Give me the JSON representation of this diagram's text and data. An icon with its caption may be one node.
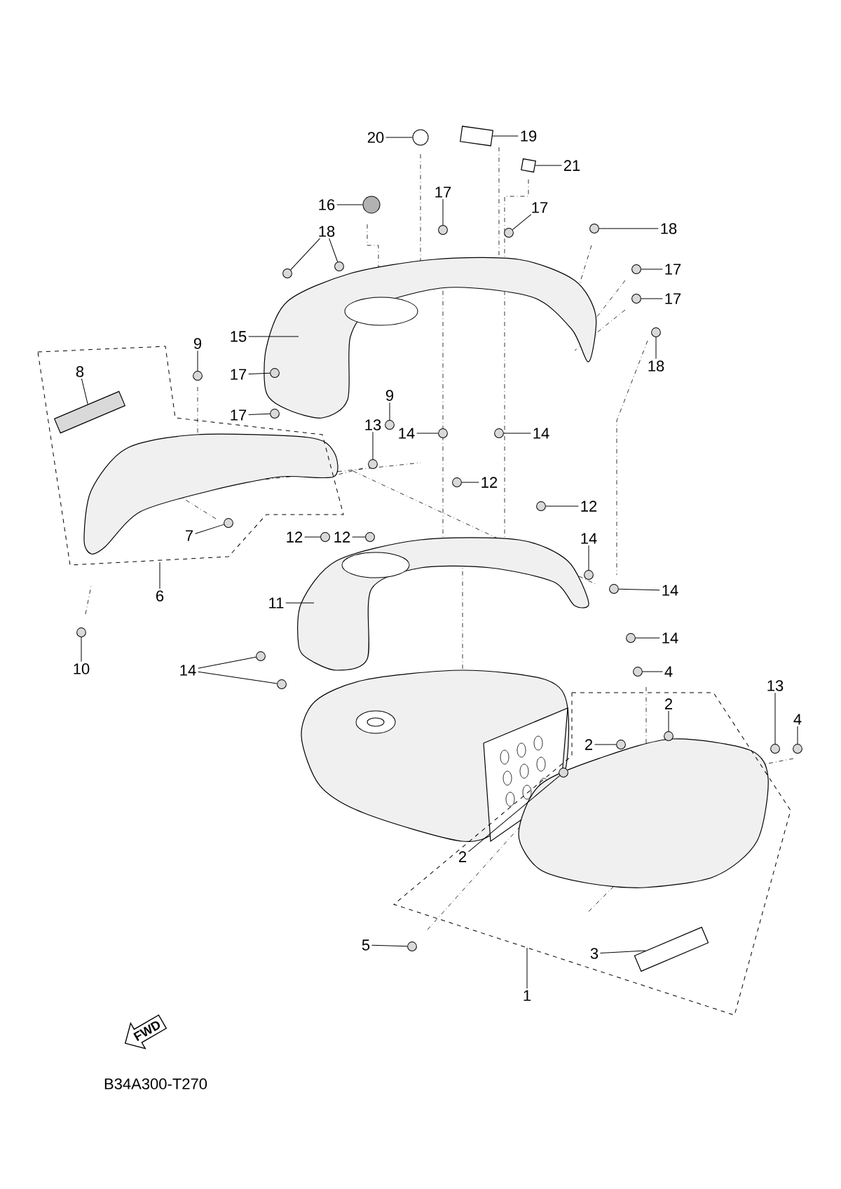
{
  "diagram": {
    "nodes": [
      {
        "text": [
          "20"
        ]
      },
      {
        "text": [],
        "shape": "circle"
      },
      {
        "text": [
          "19"
        ]
      },
      {
        "text": [],
        "shape": "box"
      },
      {
        "text": [
          "21"
        ]
      },
      {
        "text": [],
        "shape": "box"
      },
      {
        "text": [
          "16"
        ]
      },
      {
        "text": [],
        "shape": "circle"
      },
      {
        "text": [
          "17"
        ]
      },
      {
        "text": [],
        "shape": "circle"
      },
      {
        "text": [
          "17"
        ]
      },
      {
        "text": [],
        "shape": "circle"
      },
      {
        "text": [
          "18"
        ]
      },
      {
        "text": [],
        "shape": "circle"
      },
      {
        "text": [],
        "shape": "circle"
      },
      {
        "text": [
          "18"
        ]
      },
      {
        "text": [],
        "shape": "circle"
      },
      {
        "text": [
          "17"
        ]
      },
      {
        "text": [],
        "shape": "circle"
      },
      {
        "text": [
          "17"
        ]
      },
      {
        "text": [],
        "shape": "circle"
      },
      {
        "text": [
          "15"
        ]
      },
      {
        "text": [
          "18"
        ]
      },
      {
        "text": [],
        "shape": "circle"
      },
      {
        "text": [
          "9"
        ]
      },
      {
        "text": [],
        "shape": "circle"
      },
      {
        "text": [],
        "shape": "box"
      },
      {
        "text": [
          "8"
        ],
        "in": 26
      },
      {
        "text": [],
        "shape": "box",
        "in": 26
      },
      {
        "text": [
          "17"
        ]
      },
      {
        "text": [],
        "shape": "circle"
      },
      {
        "text": [
          "17"
        ]
      },
      {
        "text": [],
        "shape": "circle"
      },
      {
        "text": [
          "9"
        ]
      },
      {
        "text": [],
        "shape": "circle"
      },
      {
        "text": [
          "13"
        ]
      },
      {
        "text": [],
        "shape": "circle"
      },
      {
        "text": [
          "14"
        ]
      },
      {
        "text": [],
        "shape": "circle"
      },
      {
        "text": [
          "14"
        ]
      },
      {
        "text": [],
        "shape": "circle"
      },
      {
        "text": [
          "12"
        ]
      },
      {
        "text": [],
        "shape": "circle"
      },
      {
        "text": [
          "12"
        ]
      },
      {
        "text": [],
        "shape": "circle"
      },
      {
        "text": [
          "7"
        ],
        "in": 26
      },
      {
        "text": [],
        "shape": "circle",
        "in": 26
      },
      {
        "text": [
          "12"
        ]
      },
      {
        "text": [],
        "shape": "circle"
      },
      {
        "text": [
          "12"
        ]
      },
      {
        "text": [],
        "shape": "circle"
      },
      {
        "text": [
          "14"
        ]
      },
      {
        "text": [],
        "shape": "circle"
      },
      {
        "text": [
          "6"
        ]
      },
      {
        "text": [
          "11"
        ]
      },
      {
        "text": [
          "14"
        ]
      },
      {
        "text": [],
        "shape": "circle"
      },
      {
        "text": [
          "14"
        ]
      },
      {
        "text": [],
        "shape": "circle"
      },
      {
        "text": [
          "10"
        ]
      },
      {
        "text": [],
        "shape": "circle"
      },
      {
        "text": [
          "4"
        ]
      },
      {
        "text": [],
        "shape": "circle"
      },
      {
        "text": [
          "14"
        ]
      },
      {
        "text": [],
        "shape": "circle"
      },
      {
        "text": [],
        "shape": "circle"
      },
      {
        "text": [],
        "shape": "box"
      },
      {
        "text": [
          "13"
        ]
      },
      {
        "text": [],
        "shape": "circle"
      },
      {
        "text": [
          "2"
        ],
        "in": 66
      },
      {
        "text": [],
        "shape": "circle",
        "in": 66
      },
      {
        "text": [
          "4"
        ]
      },
      {
        "text": [],
        "shape": "circle"
      },
      {
        "text": [
          "2"
        ],
        "in": 66
      },
      {
        "text": [],
        "shape": "circle",
        "in": 66
      },
      {
        "text": [
          "2"
        ],
        "in": 66
      },
      {
        "text": [],
        "shape": "circle",
        "in": 66
      },
      {
        "text": [
          "5"
        ]
      },
      {
        "text": [],
        "shape": "circle"
      },
      {
        "text": [
          "3"
        ],
        "in": 66
      },
      {
        "text": [],
        "shape": "box",
        "in": 66
      },
      {
        "text": [
          "1"
        ]
      },
      {
        "text": [
          "FWD"
        ]
      }
    ],
    "edges": [
      {
        "from": 0,
        "to": 1,
        "arrow": "none"
      },
      {
        "from": 2,
        "to": 3,
        "arrow": "none"
      },
      {
        "from": 4,
        "to": 5,
        "arrow": "none"
      },
      {
        "from": 6,
        "to": 7,
        "arrow": "none"
      },
      {
        "from": 8,
        "to": 9,
        "arrow": "none"
      },
      {
        "from": 10,
        "to": 11,
        "arrow": "none"
      },
      {
        "from": 12,
        "to": 13,
        "arrow": "none"
      },
      {
        "from": 12,
        "to": 14,
        "arrow": "none"
      },
      {
        "from": 15,
        "to": 16,
        "arrow": "none"
      },
      {
        "from": 17,
        "to": 18,
        "arrow": "none"
      },
      {
        "from": 19,
        "to": 20,
        "arrow": "none"
      },
      {
        "from": 21,
        "to": null,
        "arrow": "none"
      },
      {
        "from": 22,
        "to": 23,
        "arrow": "none"
      },
      {
        "from": 24,
        "to": 25,
        "arrow": "none"
      },
      {
        "from": 27,
        "to": 28,
        "arrow": "none"
      },
      {
        "from": 29,
        "to": 30,
        "arrow": "none"
      },
      {
        "from": 31,
        "to": 32,
        "arrow": "none"
      },
      {
        "from": 33,
        "to": 34,
        "arrow": "none"
      },
      {
        "from": 35,
        "to": 36,
        "arrow": "none"
      },
      {
        "from": 37,
        "to": 38,
        "arrow": "none"
      },
      {
        "from": 39,
        "to": 40,
        "arrow": "none"
      },
      {
        "from": 41,
        "to": 42,
        "arrow": "none"
      },
      {
        "from": 43,
        "to": 44,
        "arrow": "none"
      },
      {
        "from": 45,
        "to": 46,
        "arrow": "none"
      },
      {
        "from": 47,
        "to": 48,
        "arrow": "none"
      },
      {
        "from": 49,
        "to": 50,
        "arrow": "none"
      },
      {
        "from": 51,
        "to": 52,
        "arrow": "none"
      },
      {
        "from": 53,
        "to": 26,
        "arrow": "none"
      },
      {
        "from": 54,
        "to": null,
        "arrow": "none"
      },
      {
        "from": 55,
        "to": 56,
        "arrow": "none"
      },
      {
        "from": 57,
        "to": 58,
        "arrow": "none"
      },
      {
        "from": 59,
        "to": 60,
        "arrow": "none"
      },
      {
        "from": 61,
        "to": 62,
        "arrow": "none"
      },
      {
        "from": 63,
        "to": 64,
        "arrow": "none"
      },
      {
        "from": 63,
        "to": 65,
        "arrow": "none"
      },
      {
        "from": 67,
        "to": 68,
        "arrow": "none"
      },
      {
        "from": 69,
        "to": 70,
        "arrow": "none"
      },
      {
        "from": 71,
        "to": 72,
        "arrow": "none"
      },
      {
        "from": 73,
        "to": 74,
        "arrow": "none"
      },
      {
        "from": 75,
        "to": 76,
        "arrow": "none"
      },
      {
        "from": 77,
        "to": 78,
        "arrow": "none"
      },
      {
        "from": 79,
        "to": 80,
        "arrow": "none"
      },
      {
        "from": 81,
        "to": 66,
        "arrow": "none"
      }
    ],
    "labels": [
      "B34A300-T270"
    ]
  }
}
